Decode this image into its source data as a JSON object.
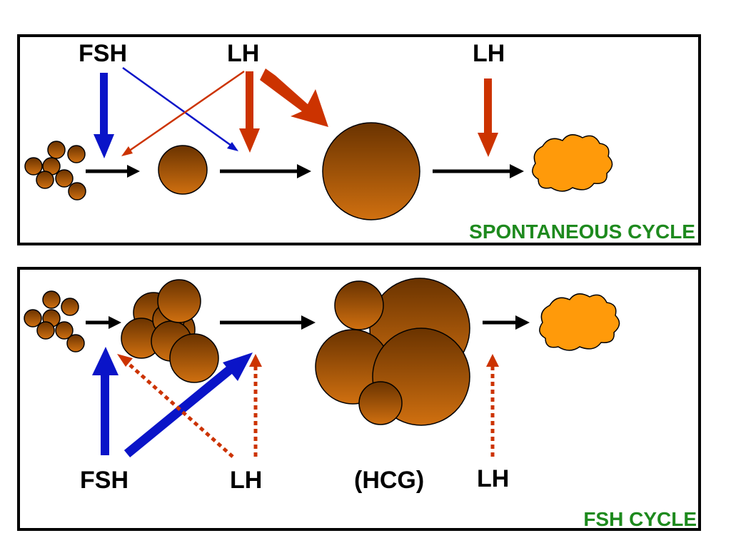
{
  "panel_top": {
    "caption": "SPONTANEOUS CYCLE",
    "labels": {
      "fsh": "FSH",
      "lh_left": "LH",
      "lh_right": "LH"
    }
  },
  "panel_bottom": {
    "caption": "FSH CYCLE",
    "labels": {
      "fsh": "FSH",
      "lh_left": "LH",
      "hcg": "(HCG)",
      "lh_right": "LH"
    }
  },
  "colors": {
    "fsh_arrow": "#0a14c8",
    "lh_arrow": "#cc3300",
    "follicle_dark": "#6a3300",
    "follicle_light": "#d07010",
    "corpus_luteum": "#ff9a0a",
    "caption": "#1e8a1e"
  }
}
